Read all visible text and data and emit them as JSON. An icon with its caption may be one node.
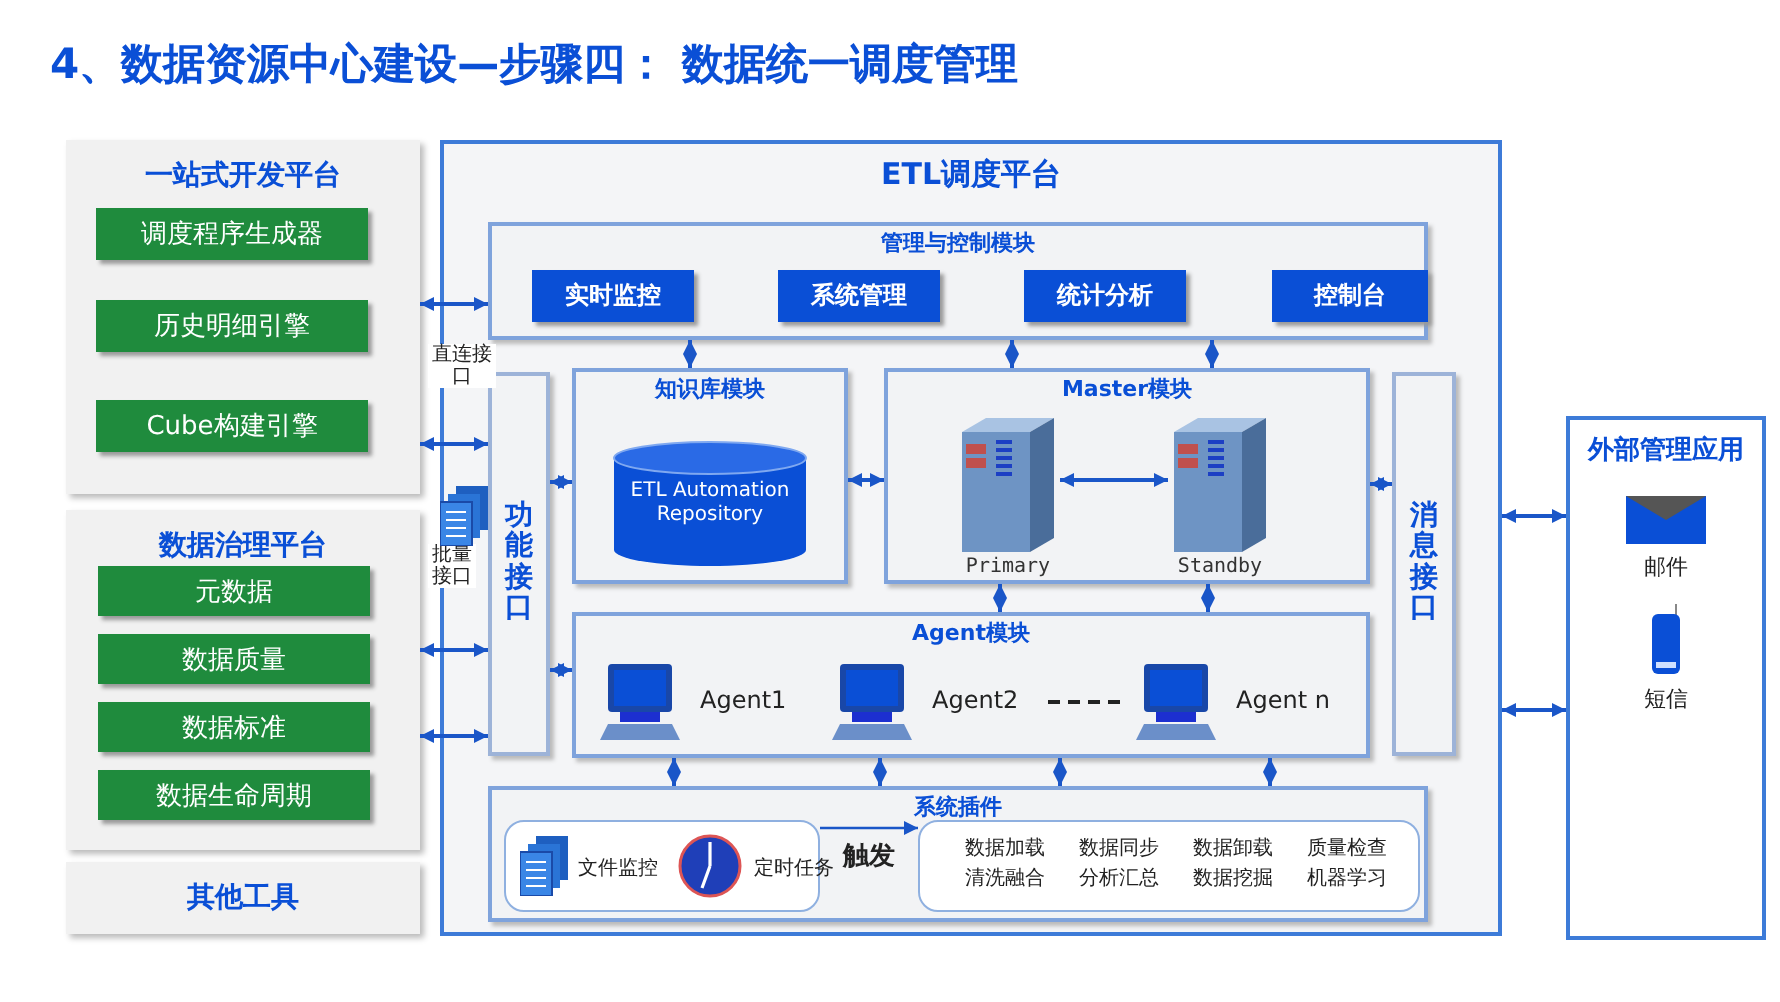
{
  "diagram": {
    "title": "4、数据资源中心建设—步骤四： 数据统一调度管理",
    "nodes": [
      {
        "text": [
          "一站式开发平台"
        ]
      },
      {
        "text": [
          "调度程序生成器"
        ],
        "in": 0
      },
      {
        "text": [
          "历史明细引擎"
        ],
        "in": 0
      },
      {
        "text": [
          "Cube构建引擎"
        ],
        "in": 0
      },
      {
        "text": [
          "数据治理平台"
        ]
      },
      {
        "text": [
          "元数据"
        ],
        "in": 4
      },
      {
        "text": [
          "数据质量"
        ],
        "in": 4
      },
      {
        "text": [
          "数据标准"
        ],
        "in": 4
      },
      {
        "text": [
          "数据生命周期"
        ],
        "in": 4
      },
      {
        "text": [
          "其他工具"
        ]
      },
      {
        "text": [
          "ETL调度平台"
        ]
      },
      {
        "text": [
          "管理与控制模块"
        ],
        "in": 10
      },
      {
        "text": [
          "实时监控"
        ],
        "in": 11
      },
      {
        "text": [
          "系统管理"
        ],
        "in": 11
      },
      {
        "text": [
          "统计分析"
        ],
        "in": 11
      },
      {
        "text": [
          "控制台"
        ],
        "in": 11
      },
      {
        "text": [
          "功能接口"
        ],
        "in": 10
      },
      {
        "text": [
          "知识库模块"
        ],
        "in": 10
      },
      {
        "text": [
          "ETL Automation Repository"
        ],
        "in": 17
      },
      {
        "text": [
          "Master模块"
        ],
        "in": 10
      },
      {
        "text": [
          "Primary"
        ],
        "in": 19
      },
      {
        "text": [
          "Standby"
        ],
        "in": 19
      },
      {
        "text": [
          "消息接口"
        ],
        "in": 10
      },
      {
        "text": [
          "Agent模块"
        ],
        "in": 10
      },
      {
        "text": [
          "Agent1"
        ],
        "in": 23
      },
      {
        "text": [
          "Agent2"
        ],
        "in": 23
      },
      {
        "text": [
          "Agent n"
        ],
        "in": 23
      },
      {
        "text": [
          "系统插件"
        ],
        "in": 10
      },
      {
        "text": [
          "文件监控",
          "定时任务"
        ],
        "in": 27
      },
      {
        "text": [
          "数据加载清洗融合",
          "数据同步分析汇总",
          "数据卸载数据挖掘",
          "质量检查机器学习"
        ],
        "in": 27
      },
      {
        "text": [
          "外部管理应用"
        ]
      },
      {
        "text": [
          "邮件"
        ],
        "in": 30
      },
      {
        "text": [
          "短信"
        ],
        "in": 30
      }
    ],
    "edges": [
      {
        "from": 0,
        "to": 11,
        "arrow": "both"
      },
      {
        "from": 0,
        "to": 16,
        "arrow": "both"
      },
      {
        "from": 4,
        "to": 16,
        "arrow": "both"
      },
      {
        "from": 4,
        "to": 16,
        "arrow": "both"
      },
      {
        "from": 11,
        "to": 17,
        "arrow": "both"
      },
      {
        "from": 11,
        "to": 19,
        "arrow": "both"
      },
      {
        "from": 11,
        "to": 19,
        "arrow": "both"
      },
      {
        "from": 16,
        "to": 17,
        "arrow": "both"
      },
      {
        "from": 17,
        "to": 19,
        "arrow": "both"
      },
      {
        "from": 20,
        "to": 21,
        "arrow": "both"
      },
      {
        "from": 19,
        "to": 22,
        "arrow": "both"
      },
      {
        "from": 16,
        "to": 23,
        "arrow": "both"
      },
      {
        "from": 19,
        "to": 23,
        "arrow": "both"
      },
      {
        "from": 19,
        "to": 23,
        "arrow": "both"
      },
      {
        "from": 23,
        "to": 27,
        "arrow": "both"
      },
      {
        "from": 23,
        "to": 27,
        "arrow": "both"
      },
      {
        "from": 23,
        "to": 27,
        "arrow": "both"
      },
      {
        "from": 23,
        "to": 27,
        "arrow": "both"
      },
      {
        "from": 28,
        "to": 29,
        "arrow": "to",
        "label": "触发"
      },
      {
        "from": 10,
        "to": 30,
        "arrow": "both"
      },
      {
        "from": 10,
        "to": 30,
        "arrow": "both"
      }
    ],
    "labels": [
      "直连接口",
      "批量接口"
    ]
  }
}
